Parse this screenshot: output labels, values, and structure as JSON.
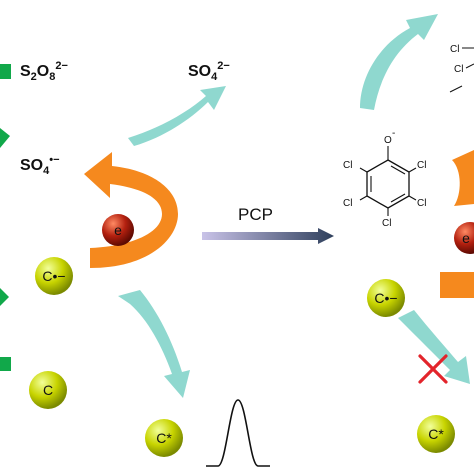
{
  "labels": {
    "persulfate": {
      "base": "S",
      "sub1": "2",
      "mid": "O",
      "sub2": "8",
      "charge": "2−"
    },
    "sulfate": {
      "base": "SO",
      "sub": "4",
      "charge": "2−"
    },
    "sulfate_radical": {
      "base": "SO",
      "sub": "4",
      "charge": "•−"
    },
    "pcp": "PCP"
  },
  "balls": {
    "electron": "e",
    "radical_left": "C•−",
    "ground": "C",
    "excited_left": "C*",
    "radical_right": "C•−",
    "excited_right": "C*",
    "electron_right": "e"
  },
  "molecule": {
    "oxygen": "O",
    "oxygen_charge": "-",
    "chlorine": "Cl"
  },
  "colors": {
    "arrow_teal": "#8fd8cf",
    "arrow_orange": "#f5891e",
    "green_block": "#11a84a",
    "ball_yellow": "#c8d400",
    "ball_red": "#b3200f",
    "cross_red": "#e3242b",
    "pcp_arrow_start": "#c9c3e8",
    "pcp_arrow_end": "#2e3f5c"
  }
}
